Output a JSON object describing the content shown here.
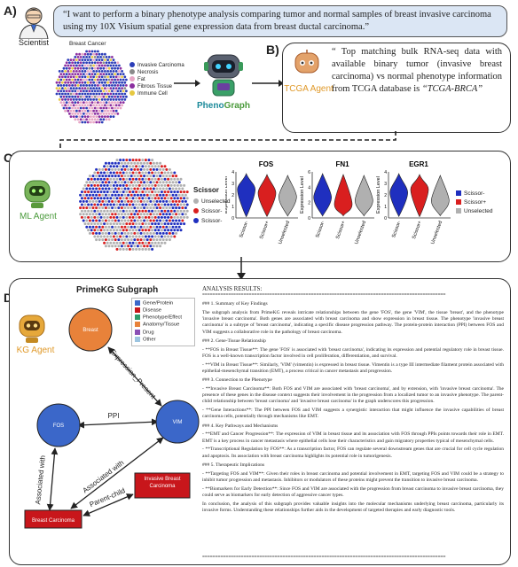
{
  "panels": {
    "a": "A)",
    "b": "B)",
    "c": "C)",
    "d": "D)"
  },
  "colors": {
    "blue": "#1f2fbf",
    "red": "#d91f1f",
    "gray": "#b0b0b0",
    "orange": "#e8823a",
    "node_blue": "#3b67c9",
    "node_red": "#c8161b",
    "green_label": "#4a9a3b",
    "orange_label": "#e09a2b",
    "teal_label": "#1c8a9a"
  },
  "icons": {
    "scientist": "scientist-icon",
    "phenograph": "robot-icon",
    "tcga": "robot-icon",
    "ml": "robot-icon",
    "kg": "robot-icon"
  },
  "scientist": {
    "label": "Scientist",
    "quote": "“I want to perform a binary phenotype  analysis comparing tumor and normal samples of breast invasive carcinoma using my 10X Visium spatial gene expression data from breast ductal carcinoma.”"
  },
  "tissue": {
    "title": "Breast Cancer",
    "legend": [
      {
        "label": "Invasive Carcinoma",
        "color": "#2b3db8"
      },
      {
        "label": "Necrosis",
        "color": "#8a8a8a"
      },
      {
        "label": "Fat",
        "color": "#e7a6c5"
      },
      {
        "label": "Fibrous Tissue",
        "color": "#8c2fa0"
      },
      {
        "label": "Immune Cell",
        "color": "#e6c840"
      }
    ]
  },
  "phenograph": {
    "pheno": "Pheno",
    "graph": "Graph"
  },
  "tcga": {
    "label": "TCGA Agent",
    "quote_main": "“ Top matching bulk RNA-seq data with available binary tumor (invasive breast carcinoma) vs normal phenotype information from TCGA database is ",
    "quote_id": "“TCGA-BRCA”"
  },
  "ml": {
    "label": "ML Agent",
    "legend_title": "Scissor",
    "legend": [
      {
        "label": "Unselected",
        "color": "#b0b0b0"
      },
      {
        "label": "Scissor-",
        "color": "#d91f1f"
      },
      {
        "label": "Scissor-",
        "color": "#1f2fbf"
      }
    ],
    "violin_legend": [
      {
        "label": "Scissor-",
        "color": "#1f2fbf"
      },
      {
        "label": "Scissor+",
        "color": "#d91f1f"
      },
      {
        "label": "Unselected",
        "color": "#b0b0b0"
      }
    ]
  },
  "chart_data": [
    {
      "type": "violin",
      "title": "FOS",
      "ylabel": "Expression Level",
      "yticks": [
        "0",
        "1",
        "2",
        "3",
        "4"
      ],
      "categories": [
        "Scissor-",
        "Scissor+",
        "Unselected"
      ]
    },
    {
      "type": "violin",
      "title": "FN1",
      "ylabel": "Expression Level",
      "yticks": [
        "0",
        "2",
        "4",
        "6"
      ],
      "categories": [
        "Scissor-",
        "Scissor+",
        "Unselected"
      ]
    },
    {
      "type": "violin",
      "title": "EGR1",
      "ylabel": "Expression Level",
      "yticks": [
        "0",
        "1",
        "2",
        "3",
        "4"
      ],
      "categories": [
        "Scissor-",
        "Scissor+",
        "Unselected"
      ]
    }
  ],
  "kg": {
    "label": "KG Agent",
    "title": "PrimeKG Subgraph",
    "legend": [
      {
        "label": "Gene/Protein",
        "color": "#3b67c9"
      },
      {
        "label": "Disease",
        "color": "#c8161b"
      },
      {
        "label": "Phenotype/Effect",
        "color": "#2f9a6a"
      },
      {
        "label": "Anatomy/Tissue",
        "color": "#e8823a"
      },
      {
        "label": "Drug",
        "color": "#8a4fb5"
      },
      {
        "label": "Other",
        "color": "#9cc4e0"
      }
    ],
    "nodes": {
      "breast": "Breast",
      "vim": "VIM",
      "fos": "FOS",
      "ibc": "Invasive Breast Carcinoma",
      "bc": "Breast Carcinoma"
    },
    "edges": {
      "expr": "Expression_Present",
      "ppi": "PPI",
      "assoc1": "Associated with",
      "assoc2": "Associated with",
      "parent": "Parent-child"
    }
  },
  "analysis": {
    "title": "ANALYSIS RESULTS:",
    "rule": "==============================================================================================",
    "paragraphs": [
      "### 1. Summary of Key Findings",
      "The subgraph analysis from PrimeKG reveals intricate relationships between the gene 'FOS', the gene 'VIM', the tissue 'breast', and the phenotype 'invasive breast carcinoma'. Both genes are associated with breast carcinoma and show expression in breast tissue. The phenotype 'invasive breast carcinoma' is a subtype of 'breast carcinoma', indicating a specific disease progression pathway. The protein-protein interaction (PPI) between FOS and VIM suggests a collaborative role in the pathology of breast carcinoma.",
      "### 2. Gene-Tissue Relationship",
      "- **FOS in Breast Tissue**: The gene 'FOS' is associated with 'breast carcinoma', indicating its expression and potential regulatory role in breast tissue. FOS is a well-known transcription factor involved in cell proliferation, differentiation, and survival.",
      "- **VIM in Breast Tissue**: Similarly, 'VIM' (vimentin) is expressed in breast tissue. Vimentin is a type III intermediate filament protein associated with epithelial-mesenchymal transition (EMT), a process critical in cancer metastasis and progression.",
      "### 3. Connection to the Phenotype",
      "- **Invasive Breast Carcinoma**: Both FOS and VIM are associated with 'breast carcinoma', and by extension, with 'invasive breast carcinoma'. The presence of these genes in the disease context suggests their involvement in the progression from a localized tumor to an invasive phenotype. The parent-child relationship between 'breast carcinoma' and 'invasive breast carcinoma' in the graph underscores this progression.",
      "- **Gene Interactions**: The PPI between FOS and VIM suggests a synergistic interaction that might influence the invasive capabilities of breast carcinoma cells, potentially through mechanisms like EMT.",
      "### 4. Key Pathways and Mechanisms",
      "- **EMT and Cancer Progression**: The expression of VIM in breast tissue and its association with FOS through PPIs points towards their role in EMT. EMT is a key process in cancer metastasis where epithelial cells lose their characteristics and gain migratory properties typical of mesenchymal cells.",
      "- **Transcriptional Regulation by FOS**: As a transcription factor, FOS can regulate several downstream genes that are crucial for cell cycle regulation and apoptosis. Its association with breast carcinoma highlights its potential role in tumorigenesis.",
      "### 5. Therapeutic Implications",
      "- **Targeting FOS and VIM**: Given their roles in breast carcinoma and potential involvement in EMT, targeting FOS and VIM could be a strategy to inhibit tumor progression and metastasis. Inhibitors or modulators of these proteins might prevent the transition to invasive breast carcinoma.",
      "- **Biomarkers for Early Detection**: Since FOS and VIM are associated with the progression from breast carcinoma to invasive breast carcinoma, they could serve as biomarkers for early detection of aggressive cancer types.",
      "In conclusion, the analysis of this subgraph provides valuable insights into the molecular mechanisms underlying breast carcinoma, particularly its invasive forms. Understanding these relationships further aids in the development of targeted therapies and early diagnostic tools."
    ]
  }
}
